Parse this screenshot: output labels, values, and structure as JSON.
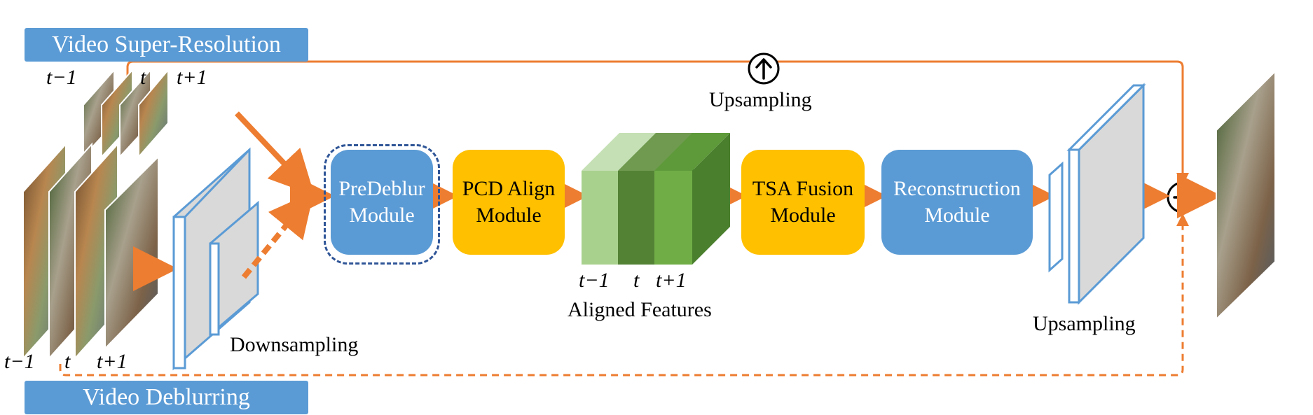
{
  "tags": {
    "super_resolution": "Video Super-Resolution",
    "deblurring": "Video Deblurring"
  },
  "modules": {
    "predeblur": [
      "PreDeblur",
      "Module"
    ],
    "pcd": [
      "PCD Align",
      "Module"
    ],
    "tsa": [
      "TSA Fusion",
      "Module"
    ],
    "reconstruction": [
      "Reconstruction",
      "Module"
    ]
  },
  "labels": {
    "downsampling": "Downsampling",
    "aligned_features": "Aligned Features",
    "upsampling_bottom": "Upsampling",
    "upsampling_top": "Upsampling"
  },
  "frame_labels": {
    "sr": [
      "t−1",
      "t",
      "t+1"
    ],
    "deblur": [
      "t−1",
      "t",
      "t+1"
    ],
    "features": [
      "t−1",
      "t",
      "t+1"
    ]
  },
  "symbols": {
    "upsample_circle": "up-arrow-circle",
    "sum_circle": "plus-circle"
  },
  "colors": {
    "tag_blue": "#5b9bd5",
    "module_blue": "#5b9bd5",
    "module_yellow": "#ffc000",
    "arrow_orange": "#ed7d31",
    "feature_light_green": "#a9d18e",
    "feature_dark_green": "#548235",
    "feature_mid_green": "#70ad47",
    "outline_blue": "#2f5597"
  }
}
